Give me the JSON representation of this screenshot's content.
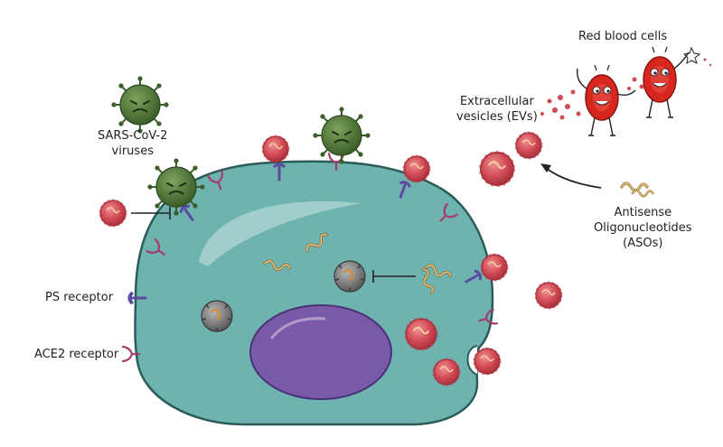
{
  "labels": {
    "red_blood_cells": "Red blood cells",
    "extracellular_vesicles_line1": "Extracellular",
    "extracellular_vesicles_line2": "vesicles (EVs)",
    "sars_line1": "SARS-CoV-2",
    "sars_line2": "viruses",
    "aso_line1": "Antisense",
    "aso_line2": "Oligonucleotides",
    "aso_line3": "(ASOs)",
    "ps_receptor": "PS receptor",
    "ace2_receptor": "ACE2 receptor"
  },
  "colors": {
    "cell_body": "#6fb3b0",
    "cell_outline": "#2a5c5a",
    "nucleus": "#7a5aa8",
    "ev": "#c9444d",
    "virus": "#4f7a3a",
    "rbc": "#d7261e",
    "ps_receptor": "#5b4aa0",
    "ace2_receptor": "#a63a6a"
  },
  "icons": [
    "virus-icon",
    "extracellular-vesicle-icon",
    "red-blood-cell-icon",
    "aso-strand-icon",
    "ps-receptor-icon",
    "ace2-receptor-icon",
    "inhibition-arrow-icon",
    "endosome-icon"
  ]
}
